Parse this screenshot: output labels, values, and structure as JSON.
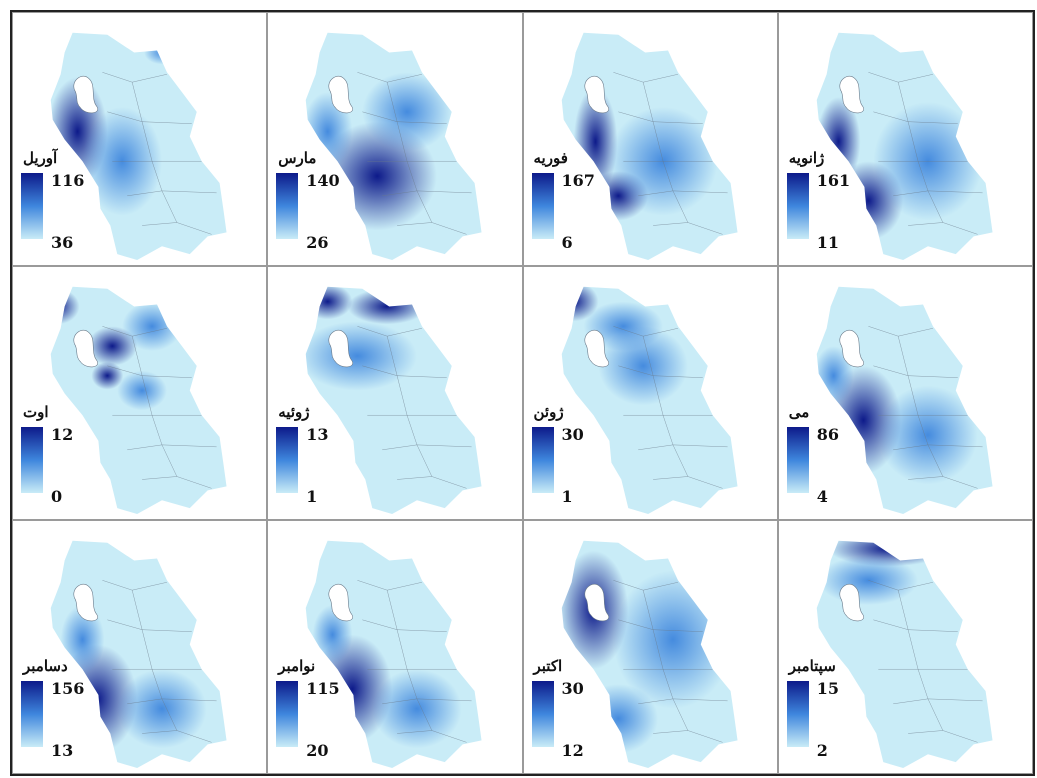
{
  "colors": {
    "low": "#c9ecf7",
    "mid": "#3e86dd",
    "high": "#0d1a8a",
    "border": "#6a7a8a",
    "lake": "#ffffff"
  },
  "panels": [
    {
      "month": "آوریل",
      "max": "116",
      "min": "36"
    },
    {
      "month": "مارس",
      "max": "140",
      "min": "26"
    },
    {
      "month": "فوریه",
      "max": "167",
      "min": "6"
    },
    {
      "month": "ژانویه",
      "max": "161",
      "min": "11"
    },
    {
      "month": "اوت",
      "max": "12",
      "min": "0"
    },
    {
      "month": "ژوئیه",
      "max": "13",
      "min": "1"
    },
    {
      "month": "ژوئن",
      "max": "30",
      "min": "1"
    },
    {
      "month": "می",
      "max": "86",
      "min": "4"
    },
    {
      "month": "دسامبر",
      "max": "156",
      "min": "13"
    },
    {
      "month": "نوامبر",
      "max": "115",
      "min": "20"
    },
    {
      "month": "اکتبر",
      "max": "30",
      "min": "12"
    },
    {
      "month": "سپتامبر",
      "max": "15",
      "min": "2"
    }
  ]
}
